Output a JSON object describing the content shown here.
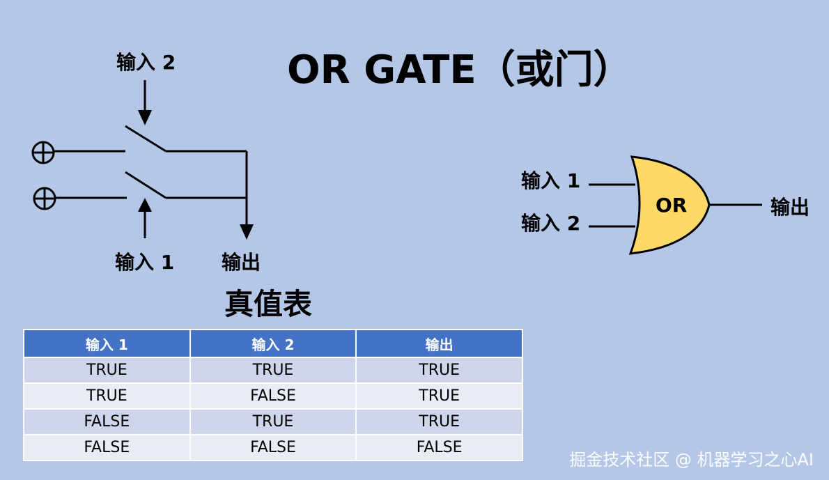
{
  "title": "OR GATE（或门）",
  "circuit": {
    "input_top_label": "输入 2",
    "input_bottom_label": "输入 1",
    "output_label": "输出"
  },
  "gate": {
    "input1_label": "输入 1",
    "input2_label": "输入 2",
    "gate_text": "OR",
    "output_label": "输出",
    "fill_color": "#ffd966"
  },
  "truth_table": {
    "title": "真值表",
    "headers": [
      "输入 1",
      "输入 2",
      "输出"
    ],
    "rows": [
      [
        "TRUE",
        "TRUE",
        "TRUE"
      ],
      [
        "TRUE",
        "FALSE",
        "TRUE"
      ],
      [
        "FALSE",
        "TRUE",
        "TRUE"
      ],
      [
        "FALSE",
        "FALSE",
        "FALSE"
      ]
    ],
    "header_color": "#4472c4"
  },
  "watermark": "掘金技术社区 @ 机器学习之心AI",
  "colors": {
    "background": "#b4c7e7"
  }
}
